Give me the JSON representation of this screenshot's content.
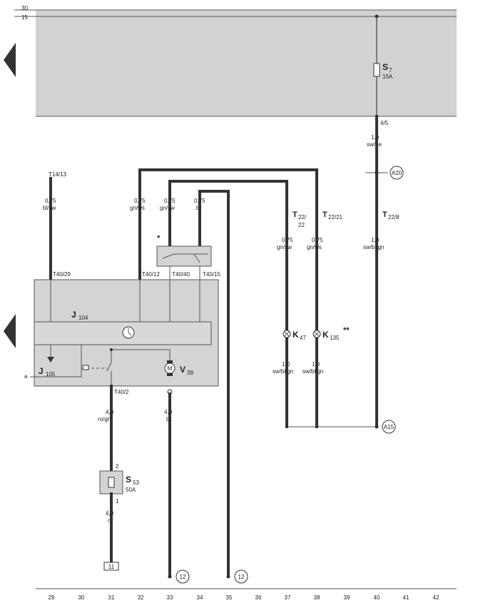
{
  "rails": {
    "top": "30",
    "bottom": "15"
  },
  "fuse_s7": {
    "name": "S",
    "sub": "7",
    "rating": "15A",
    "pin": "4/5"
  },
  "wire_a": {
    "size": "1,0",
    "color": "sw/ge"
  },
  "a20": "A20",
  "a15": "A15",
  "t14": "T14/13",
  "wire_blsw": {
    "size": "0,75",
    "color": "bl/sw"
  },
  "wire_gnws_left": {
    "size": "0,75",
    "color": "gn/ws"
  },
  "wire_gnsw_left": {
    "size": "0,75",
    "color": "gn/sw"
  },
  "wire_br_small": {
    "size": "0,75",
    "color": "br"
  },
  "t22_22": {
    "name": "T",
    "sub": "22/",
    "line2": "22"
  },
  "t22_21": {
    "name": "T",
    "sub": "22/21"
  },
  "t22_8": {
    "name": "T",
    "sub": "22/8"
  },
  "wire_gnsw_right": {
    "size": "0,75",
    "color": "gn/sw"
  },
  "wire_gnws_right": {
    "size": "0,75",
    "color": "gn/ws"
  },
  "wire_swblgn_40": {
    "size": "1,0",
    "color": "sw/bl/gn"
  },
  "switch_asterisk": "*",
  "pins": {
    "t40_29": "T40/29",
    "t40_12": "T40/12",
    "t40_40": "T40/40",
    "t40_15": "T40/15",
    "t40_2": "T40/2"
  },
  "j104": {
    "name": "J",
    "sub": "104"
  },
  "j105": {
    "name": "J",
    "sub": "105"
  },
  "v39": {
    "name": "V",
    "sub": "39",
    "motor": "M"
  },
  "k47": {
    "name": "K",
    "sub": "47"
  },
  "k135": {
    "name": "K",
    "sub": "135",
    "mark": "**"
  },
  "wire_k47": {
    "size": "1,0",
    "color": "sw/bl/gn"
  },
  "wire_k135": {
    "size": "1,0",
    "color": "sw/bl/gn"
  },
  "side_label_a": "a",
  "wire_rogn": {
    "size": "4,0",
    "color": "ro/gn"
  },
  "wire_br_big": {
    "size": "4,0",
    "color": "br"
  },
  "fuse_s53": {
    "name": "S",
    "sub": "53",
    "rating": "50A",
    "pin_top": "2",
    "pin_bottom": "1"
  },
  "wire_ro": {
    "size": "4,0",
    "color": "ro"
  },
  "ground_11": "11",
  "ground_12a": "12",
  "ground_12b": "12",
  "columns": [
    "29",
    "30",
    "31",
    "32",
    "33",
    "34",
    "35",
    "36",
    "37",
    "38",
    "39",
    "40",
    "41",
    "42"
  ]
}
